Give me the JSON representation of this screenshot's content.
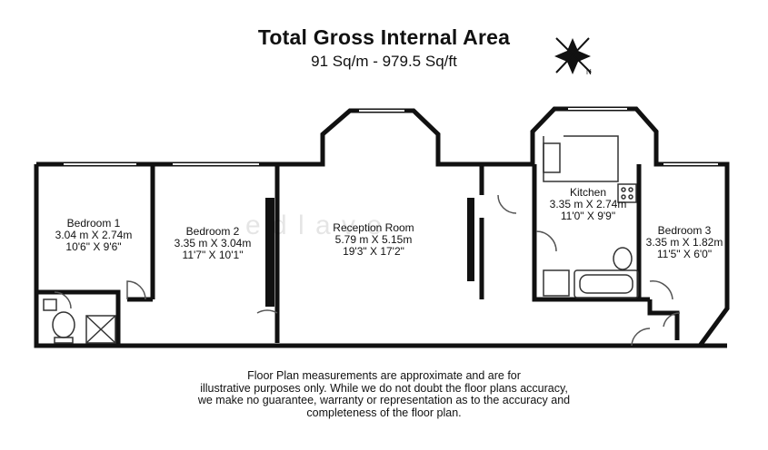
{
  "header": {
    "title": "Total Gross Internal Area",
    "subtitle": "91 Sq/m - 979.5 Sq/ft"
  },
  "rooms": {
    "bedroom1": {
      "name": "Bedroom 1",
      "metric": "3.04 m X 2.74m",
      "imperial": "10'6\" X 9'6\""
    },
    "bedroom2": {
      "name": "Bedroom 2",
      "metric": "3.35 m X 3.04m",
      "imperial": "11'7\" X 10'1\""
    },
    "reception": {
      "name": "Reception Room",
      "metric": "5.79 m X 5.15m",
      "imperial": "19'3\" X 17'2\""
    },
    "kitchen": {
      "name": "Kitchen",
      "metric": "3.35 m X 2.74m",
      "imperial": "11'0\" X 9'9\""
    },
    "bedroom3": {
      "name": "Bedroom 3",
      "metric": "3.35 m X 1.82m",
      "imperial": "11'5\" X 6'0\""
    }
  },
  "disclaimer": {
    "line1": "Floor Plan measurements are approximate and are for",
    "line2": "illustrative purposes only.  While we do not doubt the floor plans accuracy,",
    "line3": "we make no guarantee, warranty or representation as to the accuracy and",
    "line4": "completeness of the floor plan."
  },
  "compass": {
    "icon": "compass-rose-icon",
    "direction": "N"
  },
  "colors": {
    "wall": "#111111",
    "fixture": "#555555",
    "background": "#ffffff"
  }
}
